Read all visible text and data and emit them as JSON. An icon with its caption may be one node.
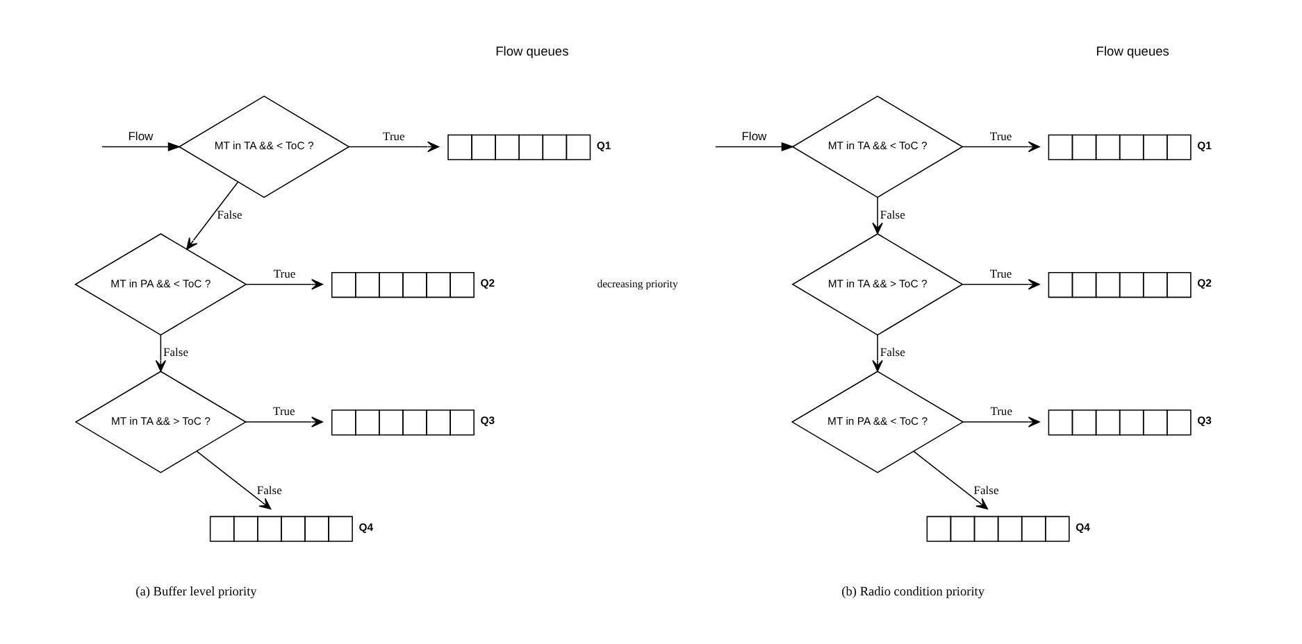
{
  "diagram": {
    "nodes": [
      {
        "text": [
          "MT in TA && < ToC ?"
        ]
      },
      {
        "text": [
          "MT in PA && < ToC ?"
        ]
      },
      {
        "text": [
          "MT in TA && > ToC ?"
        ]
      },
      {
        "text": [],
        "shape": "bar",
        "beside": [
          "Q1"
        ]
      },
      {
        "text": [],
        "shape": "bar",
        "beside": [
          "Q2"
        ]
      },
      {
        "text": [],
        "shape": "bar",
        "beside": [
          "Q3"
        ]
      },
      {
        "text": [],
        "shape": "bar",
        "beside": [
          "Q4"
        ]
      },
      {
        "text": [
          "MT in TA && < ToC ?"
        ]
      },
      {
        "text": [
          "MT in TA && > ToC ?"
        ]
      },
      {
        "text": [
          "MT in PA && < ToC ?"
        ]
      },
      {
        "text": [],
        "shape": "bar",
        "beside": [
          "Q1"
        ]
      },
      {
        "text": [],
        "shape": "bar",
        "beside": [
          "Q2"
        ]
      },
      {
        "text": [],
        "shape": "bar",
        "beside": [
          "Q3"
        ]
      },
      {
        "text": [],
        "shape": "bar",
        "beside": [
          "Q4"
        ]
      }
    ],
    "edges": [
      {
        "from": null,
        "to": 0,
        "arrow": "to",
        "label": "Flow"
      },
      {
        "from": 0,
        "to": 3,
        "arrow": "to",
        "label": "True"
      },
      {
        "from": 0,
        "to": 1,
        "arrow": "to",
        "label": "False"
      },
      {
        "from": 1,
        "to": 4,
        "arrow": "to",
        "label": "True"
      },
      {
        "from": 1,
        "to": 2,
        "arrow": "to",
        "label": "False"
      },
      {
        "from": 2,
        "to": 5,
        "arrow": "to",
        "label": "True"
      },
      {
        "from": 2,
        "to": 6,
        "arrow": "to",
        "label": "False"
      },
      {
        "from": null,
        "to": 7,
        "arrow": "to",
        "label": "Flow"
      },
      {
        "from": 7,
        "to": 10,
        "arrow": "to",
        "label": "True"
      },
      {
        "from": 7,
        "to": 8,
        "arrow": "to",
        "label": "False"
      },
      {
        "from": 8,
        "to": 11,
        "arrow": "to",
        "label": "True"
      },
      {
        "from": 8,
        "to": 9,
        "arrow": "to",
        "label": "False"
      },
      {
        "from": 9,
        "to": 12,
        "arrow": "to",
        "label": "True"
      },
      {
        "from": 9,
        "to": 13,
        "arrow": "to",
        "label": "False"
      }
    ],
    "labels": [
      "Flow queues",
      "decreasing priority",
      "(a) Buffer level priority",
      "Flow queues",
      "(b) Radio condition priority"
    ]
  }
}
